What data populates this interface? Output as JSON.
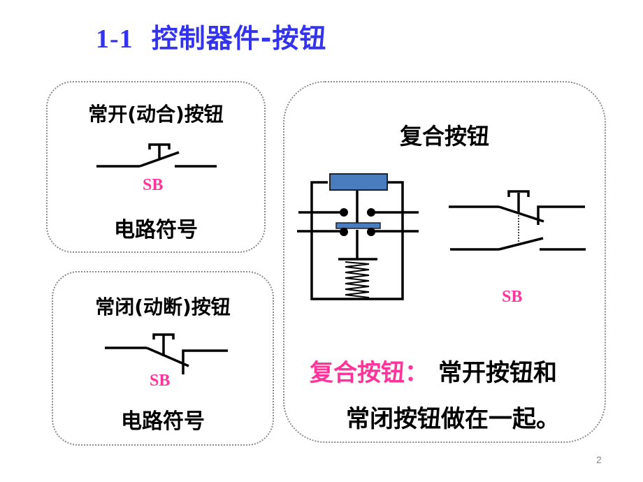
{
  "slide": {
    "title_number": "1-1",
    "title_text": "控制器件-按钮",
    "page_number": "2"
  },
  "normally_open": {
    "title": "常开(动合)按钮",
    "label": "SB",
    "caption": "电路符号"
  },
  "normally_closed": {
    "title": "常闭(动断)按钮",
    "label": "SB",
    "caption": "电路符号"
  },
  "compound": {
    "title": "复合按钮",
    "label": "SB",
    "description_highlight": "复合按钮：",
    "description_line1": "常开按钮和",
    "description_line2": "常闭按钮做在一起。"
  },
  "colors": {
    "title": "#3333ee",
    "highlight": "#ff3399",
    "actuator": "#4a7cc0"
  }
}
